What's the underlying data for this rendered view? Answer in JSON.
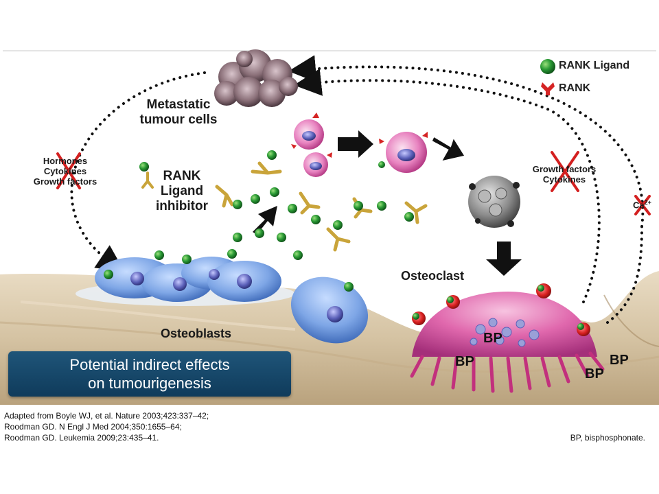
{
  "legend": {
    "rank_ligand": "RANK Ligand",
    "rank": "RANK"
  },
  "labels": {
    "metastatic": [
      "Metastatic",
      "tumour cells"
    ],
    "left_factors": [
      "Hormones",
      "Cytokines",
      "Growth factors"
    ],
    "inhibitor": [
      "RANK",
      "Ligand",
      "inhibitor"
    ],
    "right_factors": [
      "Growth factors",
      "Cytokines"
    ],
    "calcium": "Ca",
    "calcium_sup": "2+",
    "osteoclast": "Osteoclast",
    "osteoblasts": "Osteoblasts",
    "bp": [
      "BP",
      "BP",
      "BP",
      "BP"
    ]
  },
  "panel": {
    "line1": "Potential indirect effects",
    "line2": "on tumourigenesis"
  },
  "references": [
    "Adapted from Boyle WJ, et al. Nature 2003;423:337–42;",
    "Roodman GD. N Engl J Med 2004;350:1655–64;",
    "Roodman GD. Leukemia 2009;23:435–41."
  ],
  "footnote": "BP, bisphosphonate.",
  "colors": {
    "panel": "#164a6e",
    "blocked_x": "#d42020",
    "ligand_green": "#1f8a2a",
    "rank_red": "#d52424",
    "antibody_gold": "#c9a43a",
    "osteoblast_blue": "#6f9be0",
    "osteoclast_pink": "#dc5ba6",
    "bone": "#d9cbb2"
  }
}
